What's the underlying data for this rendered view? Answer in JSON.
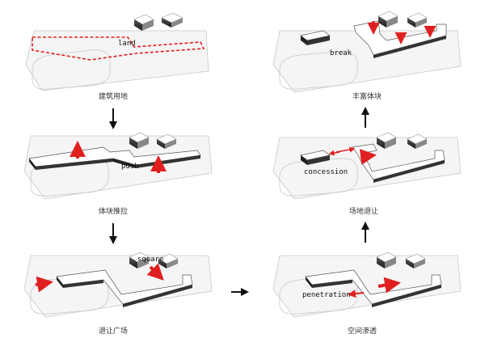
{
  "diagram": {
    "panels": [
      {
        "id": "land",
        "tag": "land",
        "caption": "建筑用地"
      },
      {
        "id": "push",
        "tag": "push",
        "caption": "体块推拉"
      },
      {
        "id": "square",
        "tag": "square",
        "caption": "退让广场"
      },
      {
        "id": "penetration",
        "tag": "penetration",
        "caption": "空间渗透"
      },
      {
        "id": "concession",
        "tag": "concession",
        "caption": "场地退让"
      },
      {
        "id": "break",
        "tag": "break",
        "caption": "丰富体块"
      }
    ],
    "colors": {
      "accent": "#e02020",
      "block_top": "#ffffff",
      "block_side": "#3a3a3a",
      "ground": "#f4f4f4",
      "outline": "#bdbdbd",
      "arrow": "#111111"
    }
  }
}
